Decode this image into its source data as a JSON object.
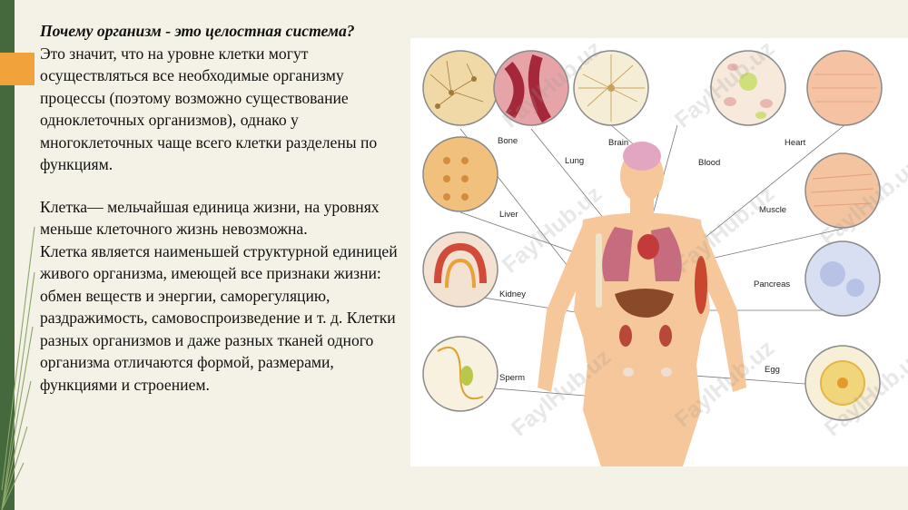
{
  "slide": {
    "title": "Почему организм - это целостная система?",
    "paragraph1": "Это значит, что на уровне клетки могут осуществляться все необходимые организму процессы (поэтому возможно существование одноклеточных организмов), однако у многоклеточных чаще всего клетки разделены по функциям.",
    "paragraph2": "Клетка— мельчайшая единица жизни, на уровнях меньше клеточного жизнь невозможна.",
    "paragraph3": "Клетка является наименьшей структурной единицей живого организма, имеющей все признаки жизни: обмен веществ и энергии, саморегуляцию, раздражимость, самовоспроизведение и т. д. Клетки разных организмов и даже разных тканей одного организма отличаются формой, размерами, функциями и строением."
  },
  "figure": {
    "labels": {
      "bone": "Bone",
      "lung": "Lung",
      "brain": "Brain",
      "blood": "Blood",
      "heart": "Heart",
      "liver": "Liver",
      "muscle": "Muscle",
      "kidney": "Kidney",
      "pancreas": "Pancreas",
      "sperm": "Sperm",
      "egg": "Egg"
    },
    "watermark": "FaylHub.uz"
  },
  "colors": {
    "background": "#f4f2e6",
    "left_strip": "#45693c",
    "accent": "#f1a23a",
    "body_skin": "#f6c79a"
  }
}
